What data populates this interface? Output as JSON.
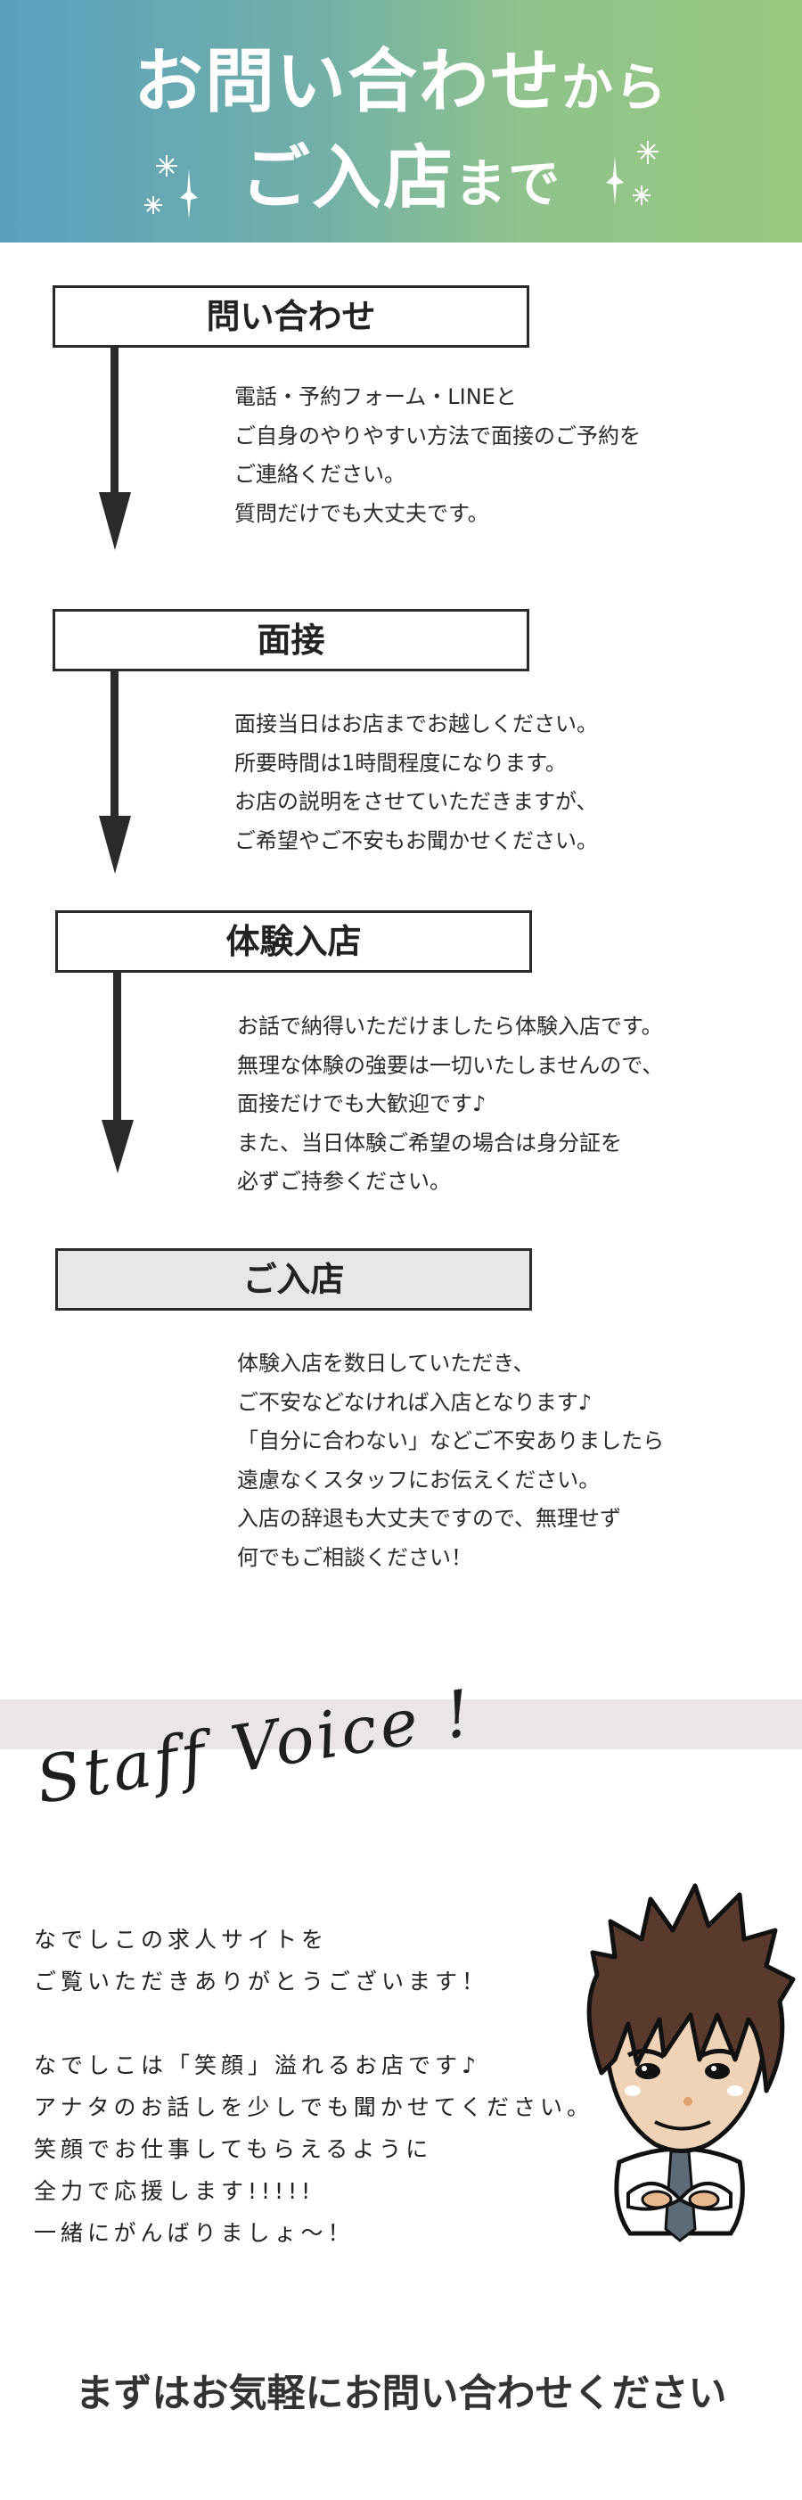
{
  "header": {
    "line1_main": "お問い合わせ",
    "line1_small": "から",
    "line2_main": "ご入店",
    "line2_small": "まで",
    "gradient_colors": [
      "#5aa0bf",
      "#98c87f"
    ]
  },
  "steps": [
    {
      "title": "問い合わせ",
      "lines": [
        "電話・予約フォーム・LINEと",
        "ご自身のやりやすい方法で面接のご予約を",
        "ご連絡ください。",
        "質問だけでも大丈夫です。"
      ]
    },
    {
      "title": "面接",
      "lines": [
        "面接当日はお店までお越しください。",
        "所要時間は1時間程度になります。",
        "お店の説明をさせていただきますが、",
        "ご希望やご不安もお聞かせください。"
      ]
    },
    {
      "title": "体験入店",
      "lines": [
        "お話で納得いただけましたら体験入店です。",
        "無理な体験の強要は一切いたしませんので、",
        "面接だけでも大歓迎です♪",
        "また、当日体験ご希望の場合は身分証を",
        "必ずご持参ください。"
      ]
    },
    {
      "title": "ご入店",
      "lines": [
        "体験入店を数日していただき、",
        "ご不安などなければ入店となります♪",
        "「自分に合わない」などご不安ありましたら",
        "遠慮なくスタッフにお伝えください。",
        "入店の辞退も大丈夫ですので、無理せず",
        "何でもご相談ください！"
      ]
    }
  ],
  "staff_voice": {
    "title": "Staff Voice !",
    "paragraph1": [
      "なでしこの求人サイトを",
      "ご覧いただきありがとうございます！"
    ],
    "paragraph2": [
      "なでしこは「笑顔」溢れるお店です♪",
      "アナタのお話しを少しでも聞かせてください。",
      "笑顔でお仕事してもらえるように",
      "全力で応援します!!!!!",
      "一緒にがんばりましょ～！"
    ]
  },
  "cta": "まずはお気軽にお問い合わせください"
}
